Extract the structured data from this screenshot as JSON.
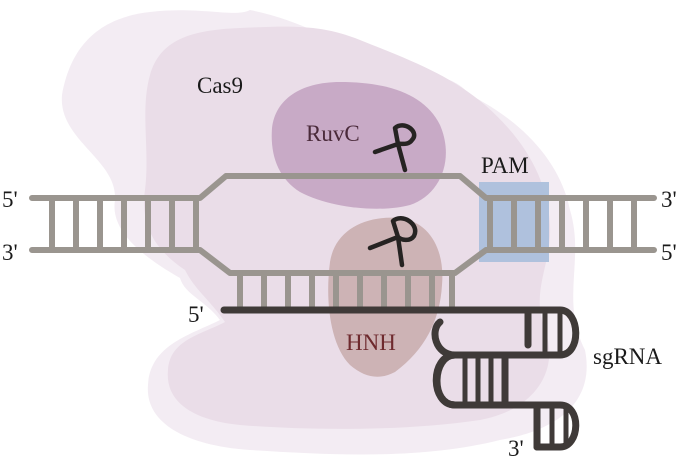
{
  "figure": {
    "title": "Cas9-sgRNA complex cleaving target DNA",
    "labels": {
      "protein": "Cas9",
      "ruvc": "RuvC",
      "hnh": "HNH",
      "pam": "PAM",
      "sgrna": "sgRNA",
      "dna_top_left": "5'",
      "dna_bottom_left": "3'",
      "dna_top_right": "3'",
      "dna_bottom_right": "5'",
      "sgrna_5prime": "5'",
      "sgrna_3prime": "3'"
    },
    "icons": {
      "ruvc_cut": "scissors-icon",
      "hnh_cut": "scissors-icon"
    },
    "colors": {
      "cas9_outer": "#f1e9f1",
      "cas9_inner": "#e8dae6",
      "ruvc": "#c9adc7",
      "hnh": "#cdb4b6",
      "ruvc_text": "#4a2a3a",
      "hnh_text": "#6e2a2e",
      "pam_box": "#a7bcdb",
      "dna": "#9b9691",
      "sgrna": "#3f3a38",
      "scissors": "#262322"
    }
  }
}
